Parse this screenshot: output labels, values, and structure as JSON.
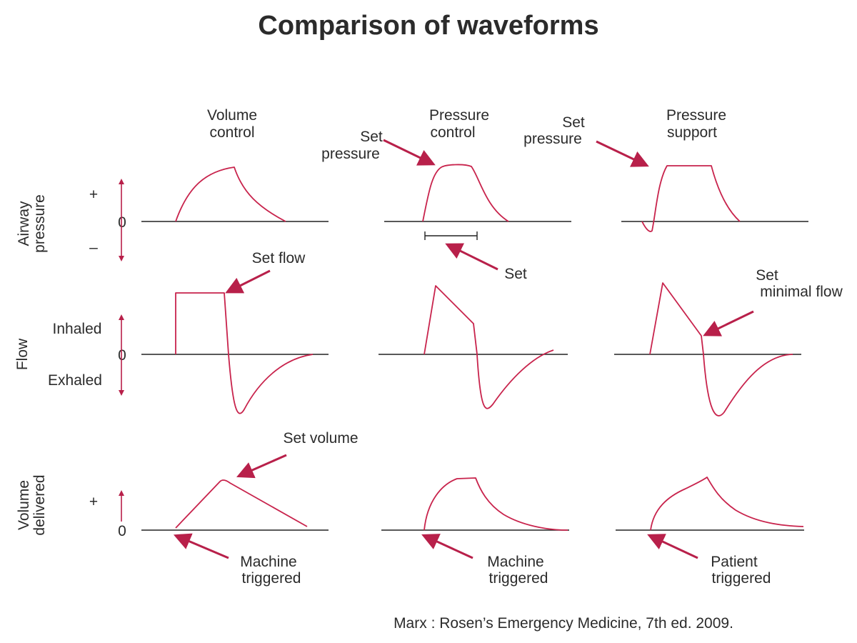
{
  "title": "Comparison of waveforms",
  "columns": {
    "volume_control": [
      "Volume",
      "control"
    ],
    "pressure_control": [
      "Pressure",
      "control"
    ],
    "pressure_support": [
      "Pressure",
      "support"
    ]
  },
  "rows": {
    "airway_pressure": [
      "Airway",
      "pressure"
    ],
    "flow": "Flow",
    "volume_delivered": [
      "Volume",
      "delivered"
    ]
  },
  "axis_labels": {
    "plus": "+",
    "minus": "–",
    "zero": "0",
    "inhaled": "Inhaled",
    "exhaled": "Exhaled"
  },
  "annotations": {
    "set_pressure_pc": [
      "Set",
      "pressure"
    ],
    "set_pressure_ps": [
      "Set",
      "pressure"
    ],
    "set_time": "Set",
    "set_flow": "Set flow",
    "set_minimal_flow": [
      "Set",
      "minimal flow"
    ],
    "set_volume": "Set volume",
    "trigger_vc": [
      "Machine",
      "triggered"
    ],
    "trigger_pc": [
      "Machine",
      "triggered"
    ],
    "trigger_ps": [
      "Patient",
      "triggered"
    ]
  },
  "citation": "Marx : Rosen’s Emergency Medicine, 7th ed. 2009.",
  "colors": {
    "waveform": "#c8234c",
    "arrow": "#b8204a",
    "axis": "#222222",
    "text": "#2b2b2b"
  }
}
